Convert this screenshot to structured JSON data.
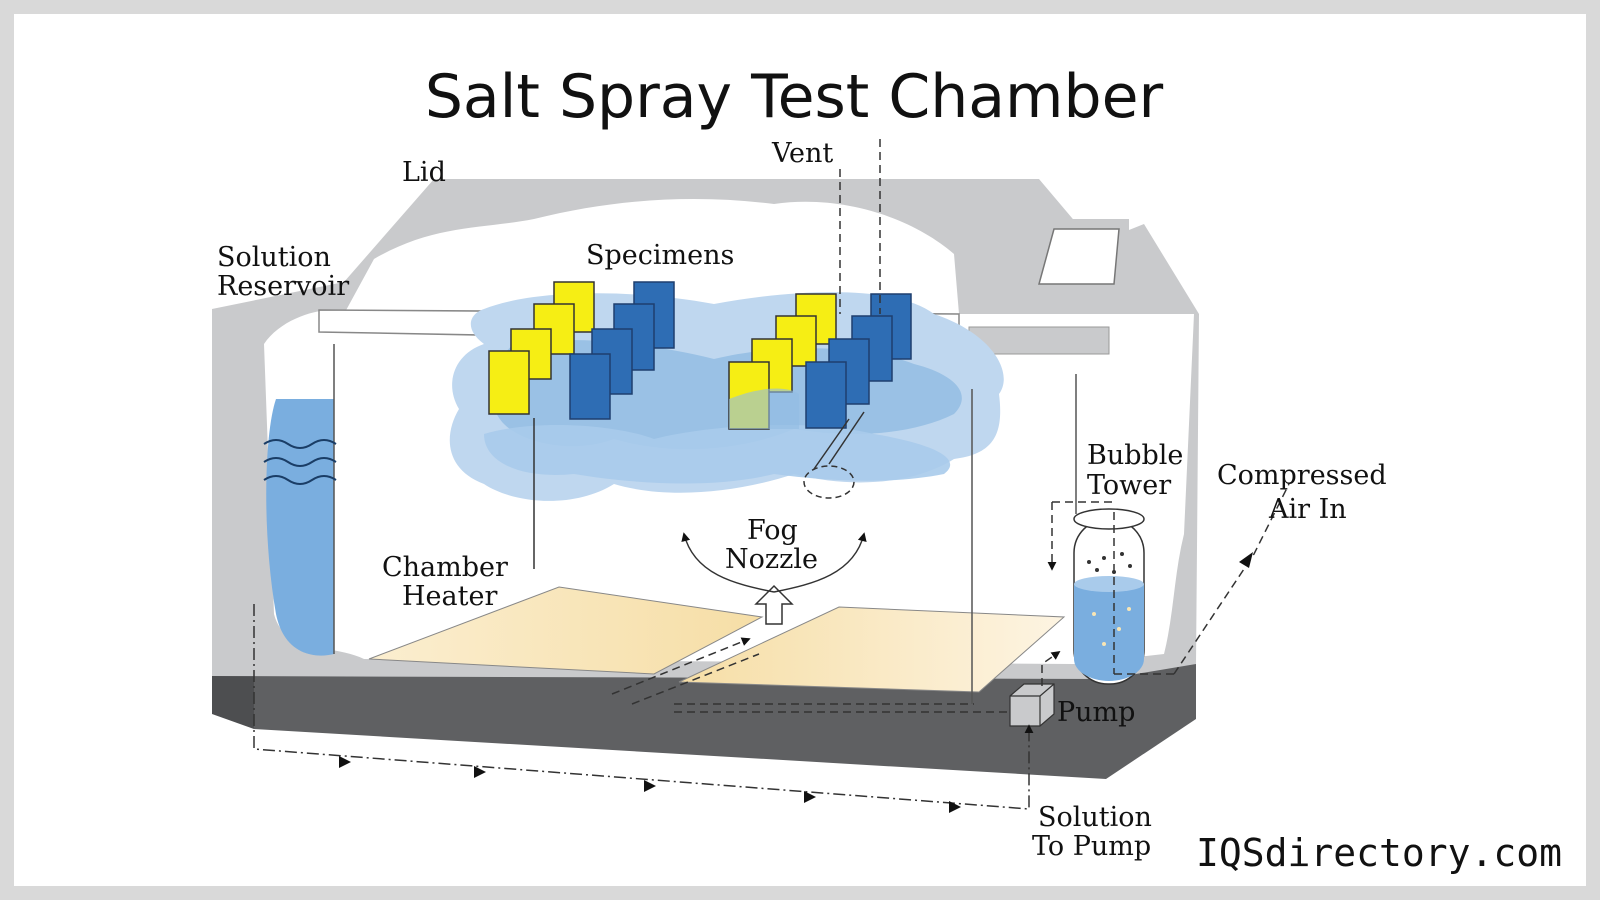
{
  "title": "Salt Spray Test Chamber",
  "labels": {
    "lid": "Lid",
    "vent": "Vent",
    "solution_reservoir": [
      "Solution",
      "Reservoir"
    ],
    "specimens": "Specimens",
    "bubble_tower": [
      "Bubble",
      "Tower"
    ],
    "compressed_air_in": [
      "Compressed",
      "Air In"
    ],
    "fog_nozzle": [
      "Fog",
      "Nozzle"
    ],
    "chamber_heater": [
      "Chamber",
      "Heater"
    ],
    "pump": "Pump",
    "solution_to_pump": [
      "Solution",
      "To Pump"
    ]
  },
  "brand": "IQSdirectory.com",
  "colors": {
    "chamber_gray": "#c9cacc",
    "base_dark": "#5f6062",
    "specimen_yellow": "#f6ee14",
    "specimen_blue": "#2e6db4",
    "fog_light": "#bfd7ef",
    "fog_mid": "#93bde3",
    "water": "#7aaedf",
    "heater": "#f8e5b4"
  }
}
